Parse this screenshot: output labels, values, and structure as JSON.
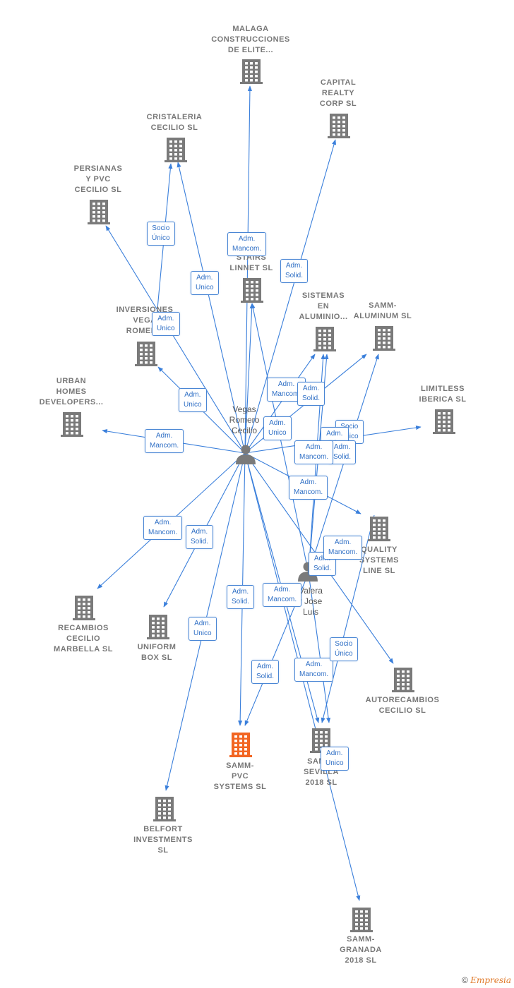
{
  "colors": {
    "edge": "#3a7fdb",
    "building": "#7a7a7a",
    "main_building": "#f26522",
    "person": "#7a7a7a"
  },
  "nodes": {
    "malaga": "MALAGA\nCONSTRUCCIONES\nDE ELITE...",
    "capital": "CAPITAL\nREALTY\nCORP  SL",
    "cristaleria": "CRISTALERIA\nCECILIO  SL",
    "persianas": "PERSIANAS\nY PVC\nCECILIO SL",
    "stairs": "STAIRS\nLINNET  SL",
    "inversiones": "INVERSIONES\nVEGA\nROMERO",
    "sistemas": "SISTEMAS\nEN\nALUMINIO...",
    "samm_aluminum": "SAMM-\nALUMINUM  SL",
    "urban": "URBAN\nHOMES\nDEVELOPERS...",
    "limitless": "LIMITLESS\nIBERICA  SL",
    "quality": "QUALITY\nSYSTEMS\nLINE  SL",
    "recambios": "RECAMBIOS\nCECILIO\nMARBELLA SL",
    "uniform": "UNIFORM\nBOX  SL",
    "autorecambios": "AUTORECAMBIOS\nCECILIO SL",
    "samm_pvc": "SAMM-\nPVC\nSYSTEMS  SL",
    "samm_sevilla": "SAMM-\nSEVILLA\n2018  SL",
    "belfort": "BELFORT\nINVESTMENTS\nSL",
    "samm_granada": "SAMM-\nGRANADA\n2018  SL"
  },
  "persons": {
    "vegas": "Vegas\nRomero\nCecilio",
    "valera": "Valera\nr Jose\nLuis"
  },
  "edge_tags": {
    "t1": "Adm.\nMancom.",
    "t2": "Socio\nÚnico",
    "t3": "Adm.\nUnico",
    "t4": "Adm.\nSolid.",
    "t5": "Adm.\nUnico",
    "t6": "Adm.\nUnico",
    "t7": "Adm.\nMancom.",
    "t8": "Adm.\nSolid.",
    "t9": "Adm.\nUnico",
    "t10": "Adm.\nMancom.",
    "t11": "Socio\nÚnico",
    "t12": "Adm.\nUnico",
    "t13": "Adm.\nSolid.",
    "t14": "Adm.\nMancom.",
    "t15": "Adm.\nMancom.",
    "t16": "Adm.\nMancom.",
    "t17": "Adm.\nSolid.",
    "t18": "Adm.\nSolid.",
    "t19": "Adm.\nMancom.",
    "t20": "Adm.\nSolid.",
    "t21": "Adm.\nMancom.",
    "t22": "Adm.\nUnico",
    "t23": "Adm.\nSolid.",
    "t24": "Adm.\nMancom.",
    "t25": "Socio\nÚnico",
    "t26": "Adm.\nUnico"
  },
  "footer": {
    "symbol": "©",
    "brand": "Empresia"
  }
}
